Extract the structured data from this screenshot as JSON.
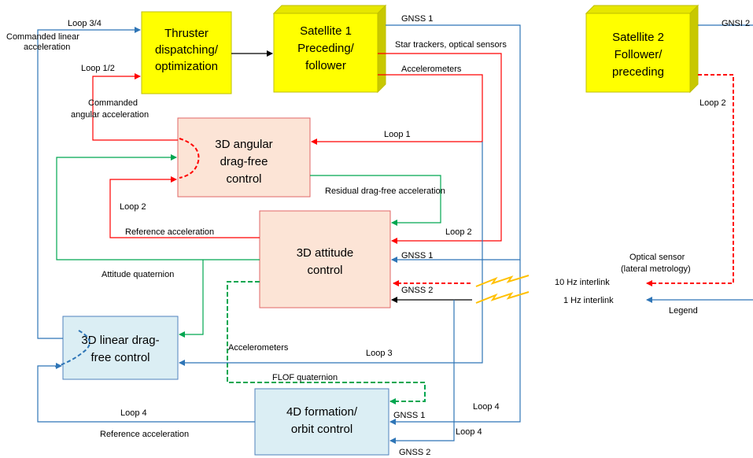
{
  "blocks": {
    "thruster": {
      "line1": "Thruster",
      "line2": "dispatching/",
      "line3": "optimization"
    },
    "sat1": {
      "line1": "Satellite 1",
      "line2": "Preceding/",
      "line3": "follower"
    },
    "sat2": {
      "line1": "Satellite 2",
      "line2": "Follower/",
      "line3": "preceding"
    },
    "angular": {
      "line1": "3D angular",
      "line2": "drag-free",
      "line3": "control"
    },
    "attitude": {
      "line1": "3D attitude",
      "line2": "control"
    },
    "linear": {
      "line1": "3D linear drag-",
      "line2": "free control"
    },
    "formation": {
      "line1": "4D formation/",
      "line2": "orbit control"
    }
  },
  "labels": {
    "loop34": "Loop 3/4",
    "commanded_linear_1": "Commanded linear",
    "commanded_linear_2": "acceleration",
    "loop12": "Loop 1/2",
    "commanded_angular_1": "Commanded",
    "commanded_angular_2": "angular acceleration",
    "gnss1_top": "GNSS 1",
    "star_trackers": "Star trackers, optical sensors",
    "accelerometers_top": "Accelerometers",
    "gnsi2": "GNSI 2",
    "loop2_right": "Loop 2",
    "loop1": "Loop 1",
    "residual": "Residual drag-free acceleration",
    "loop2_left": "Loop 2",
    "reference_acc_mid": "Reference acceleration",
    "loop2_mid": "Loop 2",
    "gnss1_att": "GNSS 1",
    "gnss2_att": "GNSS 2",
    "attitude_quaternion": "Attitude quaternion",
    "optical_sensor_1": "Optical sensor",
    "optical_sensor_2": "(lateral metrology)",
    "interlink_10hz": "10 Hz interlink",
    "interlink_1hz": "1 Hz interlink",
    "legend": "Legend",
    "accelerometers_mid": "Accelerometers",
    "loop3": "Loop 3",
    "flof_quaternion": "FLOF quaternion",
    "gnss1_form": "GNSS 1",
    "loop4_right": "Loop 4",
    "loop4_mid": "Loop 4",
    "loop4_left": "Loop 4",
    "reference_acc_bottom": "Reference acceleration",
    "gnss2_bottom": "GNSS 2"
  },
  "colors": {
    "yellow_fill": "#ffff00",
    "yellow_top": "#e6e600",
    "yellow_side": "#c8c800",
    "pink_fill": "#fce4d6",
    "pink_border": "#e06666",
    "blue_fill": "#dbeef4",
    "blue_border": "#4f81bd",
    "red": "#ff0000",
    "green": "#00a650",
    "blue": "#2e75b6",
    "black": "#000000",
    "lightning": "#ffc000"
  }
}
